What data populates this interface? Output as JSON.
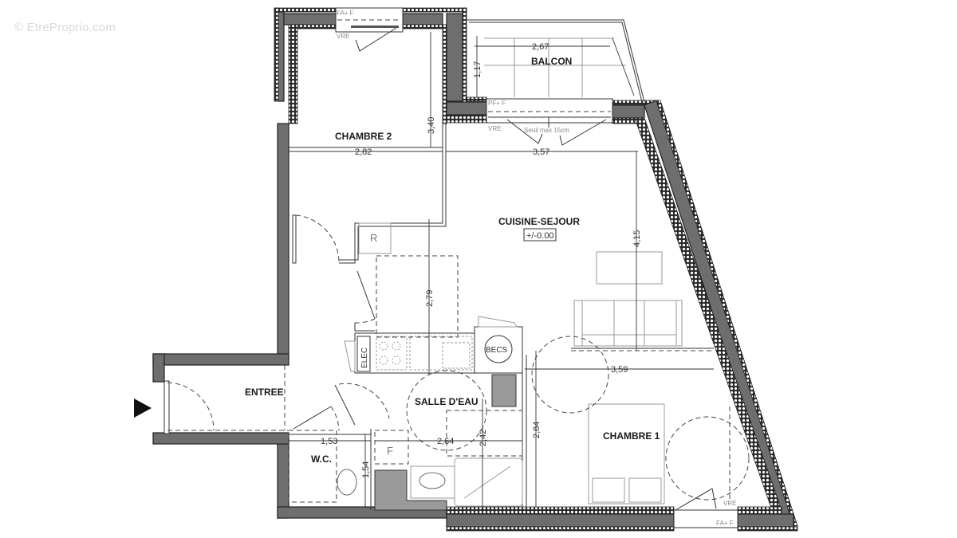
{
  "watermark": "© EtreProprio.com",
  "rooms": {
    "chambre2": "CHAMBRE 2",
    "balcon": "BALCON",
    "cuisine_sejour": "CUISINE-SEJOUR",
    "entree": "ENTREE",
    "salle_eau": "SALLE D'EAU",
    "wc": "W.C.",
    "chambre1": "CHAMBRE 1"
  },
  "level_marker": "+/-0.00",
  "equipment": {
    "fridge": "R",
    "elec": "ELEC",
    "becs": "BECS",
    "f_marker": "F"
  },
  "annotations": {
    "window_top_left": "FA+ F",
    "vre_top_left": "VRE",
    "window_balcon": "PF+ F",
    "vre_balcon": "VRE",
    "seuil": "Seuil max 15cm",
    "vre_bottom": "VRE",
    "window_bottom": "FA+ F"
  },
  "dimensions": {
    "balcon_width": "2,67",
    "balcon_depth": "1,17",
    "chambre2_width": "2,82",
    "chambre2_depth": "3,40",
    "sejour_width": "3,57",
    "sejour_depth": "4,15",
    "kitchen_depth": "2,79",
    "chambre1_width": "3,59",
    "chambre1_depth": "2,84",
    "wc_width": "1,53",
    "wc_depth": "1,54",
    "salle_eau_width": "2,64",
    "salle_eau_depth": "2,42"
  }
}
